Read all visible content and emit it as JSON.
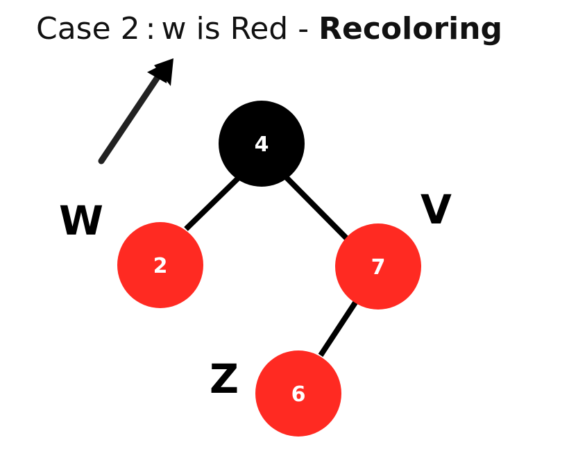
{
  "title": {
    "case": "Case 2",
    "separator": ":",
    "condition": "w is Red",
    "dash": "-",
    "action": "Recoloring"
  },
  "colors": {
    "red": "#ff2a22",
    "black": "#000000",
    "edge": "#000000"
  },
  "icons": {
    "arrow": "arrow-up-right-icon"
  },
  "tree": {
    "nodes": [
      {
        "id": "root",
        "label": "4",
        "color": "black"
      },
      {
        "id": "w",
        "label": "2",
        "color": "red"
      },
      {
        "id": "v",
        "label": "7",
        "color": "red"
      },
      {
        "id": "z",
        "label": "6",
        "color": "red"
      }
    ],
    "edges": [
      {
        "from": "root",
        "to": "w"
      },
      {
        "from": "root",
        "to": "v"
      },
      {
        "from": "v",
        "to": "z"
      }
    ],
    "annotations": {
      "w": "W",
      "v": "V",
      "z": "Z"
    }
  }
}
